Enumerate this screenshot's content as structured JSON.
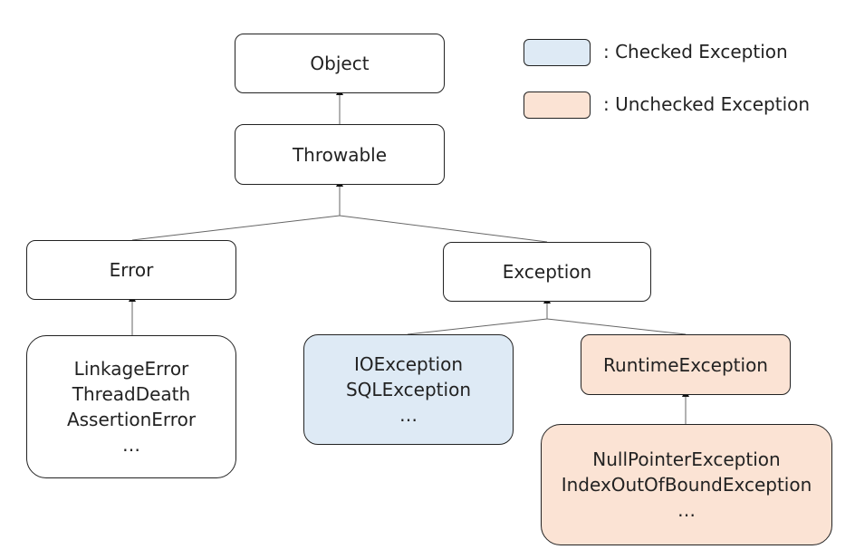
{
  "legend": {
    "checked_label": ": Checked Exception",
    "unchecked_label": ": Unchecked Exception",
    "checked_color": "#deeaf5",
    "unchecked_color": "#fbe3d4"
  },
  "nodes": {
    "object": "Object",
    "throwable": "Throwable",
    "error": "Error",
    "exception": "Exception",
    "error_subclasses": [
      "LinkageError",
      "ThreadDeath",
      "AssertionError",
      "…"
    ],
    "checked_subclasses": [
      "IOException",
      "SQLException",
      "…"
    ],
    "runtime": "RuntimeException",
    "runtime_subclasses": [
      "NullPointerException",
      "IndexOutOfBoundException",
      "…"
    ]
  }
}
